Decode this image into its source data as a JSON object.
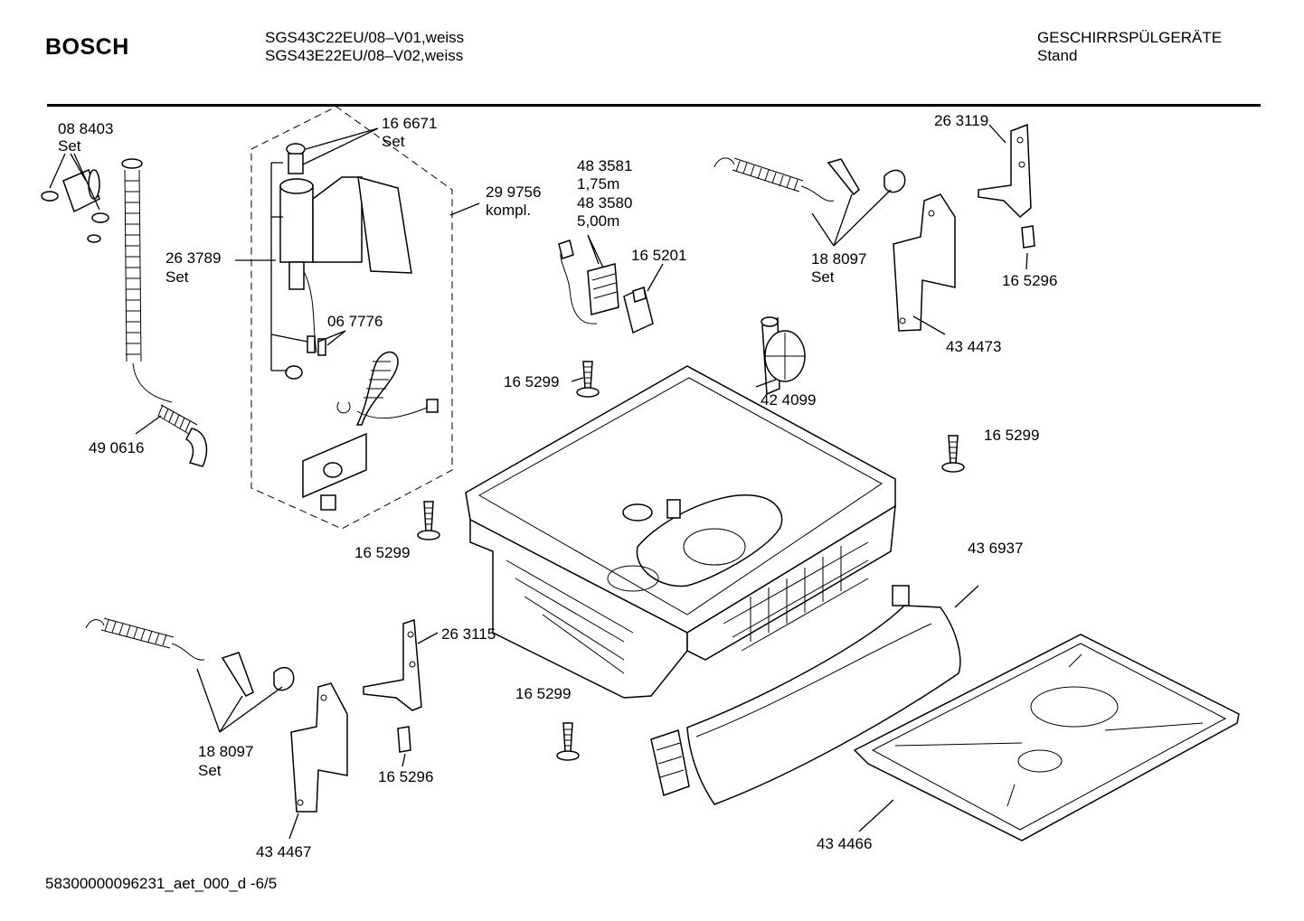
{
  "header": {
    "brand": "BOSCH",
    "model_line_1": "SGS43C22EU/08–V01,weiss",
    "model_line_2": "SGS43E22EU/08–V02,weiss",
    "category": "GESCHIRRSPÜLGERÄTE",
    "subcategory": "Stand"
  },
  "footer": {
    "document_id": "58300000096231_aet_000_d  -6/5"
  },
  "labels": {
    "p088403": "08 8403",
    "p088403_set": "Set",
    "p490616": "49 0616",
    "p263789": "26 3789",
    "p263789_set": "Set",
    "p166671": "16 6671",
    "p166671_set": "Set",
    "p299756": "29 9756",
    "p299756_kompl": "kompl.",
    "p067776": "06 7776",
    "p483581": "48 3581",
    "p483581_len": "1,75m",
    "p483580": "48 3580",
    "p483580_len": "5,00m",
    "p165201": "16 5201",
    "p188097_top": "18 8097",
    "p188097_top_set": "Set",
    "p263119": "26 3119",
    "p165296_top": "16 5296",
    "p434473": "43 4473",
    "p424099": "42 4099",
    "p165299_a": "16 5299",
    "p165299_b": "16 5299",
    "p165299_c": "16 5299",
    "p165299_d": "16 5299",
    "p436937": "43 6937",
    "p434466": "43 4466",
    "p188097_bottom": "18 8097",
    "p188097_bottom_set": "Set",
    "p263115": "26 3115",
    "p165296_bottom": "16 5296",
    "p434467": "43 4467"
  }
}
